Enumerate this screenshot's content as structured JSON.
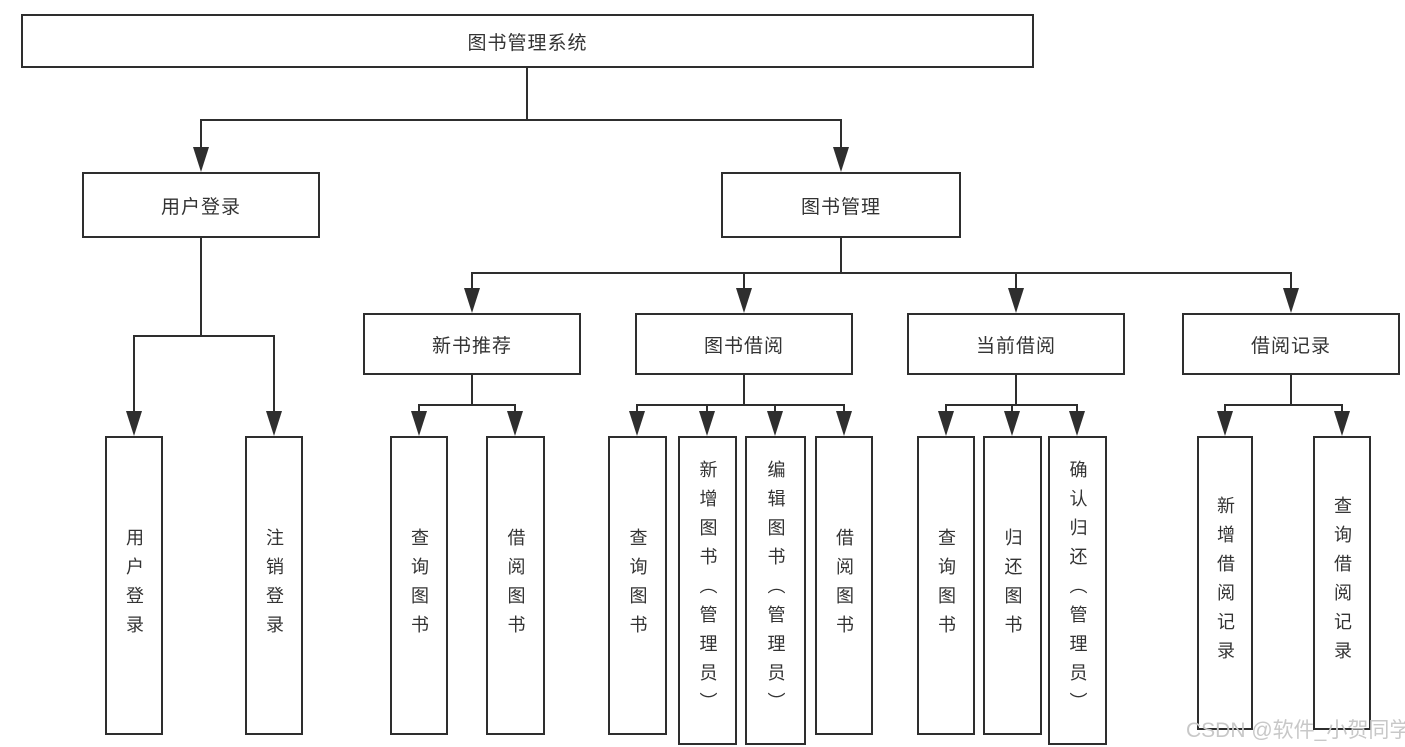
{
  "tree": {
    "label": "图书管理系统",
    "children": [
      {
        "label": "用户登录",
        "children": [
          {
            "label": "用户登录"
          },
          {
            "label": "注销登录"
          }
        ]
      },
      {
        "label": "图书管理",
        "children": [
          {
            "label": "新书推荐",
            "children": [
              {
                "label": "查询图书"
              },
              {
                "label": "借阅图书"
              }
            ]
          },
          {
            "label": "图书借阅",
            "children": [
              {
                "label": "查询图书"
              },
              {
                "label": "新增图书（管理员）"
              },
              {
                "label": "编辑图书（管理员）"
              },
              {
                "label": "借阅图书"
              }
            ]
          },
          {
            "label": "当前借阅",
            "children": [
              {
                "label": "查询图书"
              },
              {
                "label": "归还图书"
              },
              {
                "label": "确认归还（管理员）"
              }
            ]
          },
          {
            "label": "借阅记录",
            "children": [
              {
                "label": "新增借阅记录"
              },
              {
                "label": "查询借阅记录"
              }
            ]
          }
        ]
      }
    ]
  },
  "watermark": {
    "text": "CSDN @软件_小贺同学",
    "color": "#c8c8c8"
  },
  "colors": {
    "line": "#2e2e2e",
    "text": "#333333",
    "background": "#ffffff"
  }
}
